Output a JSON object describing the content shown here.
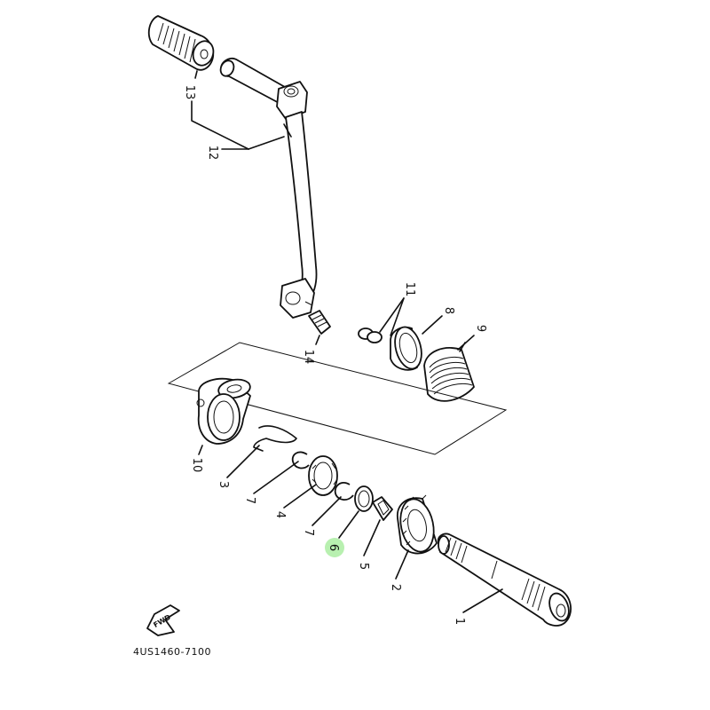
{
  "diagram_code": "4US1460-7100",
  "direction_label": "FWD",
  "highlight_color": "#b8f0b0",
  "callouts": [
    {
      "id": "c1",
      "label": "1",
      "highlighted": false
    },
    {
      "id": "c2",
      "label": "2",
      "highlighted": false
    },
    {
      "id": "c3",
      "label": "3",
      "highlighted": false
    },
    {
      "id": "c4",
      "label": "4",
      "highlighted": false
    },
    {
      "id": "c5",
      "label": "5",
      "highlighted": false
    },
    {
      "id": "c6",
      "label": "6",
      "highlighted": true
    },
    {
      "id": "c7a",
      "label": "7",
      "highlighted": false
    },
    {
      "id": "c7b",
      "label": "7",
      "highlighted": false
    },
    {
      "id": "c8",
      "label": "8",
      "highlighted": false
    },
    {
      "id": "c9",
      "label": "9",
      "highlighted": false
    },
    {
      "id": "c10",
      "label": "10",
      "highlighted": false
    },
    {
      "id": "c11",
      "label": "11",
      "highlighted": false
    },
    {
      "id": "c12",
      "label": "12",
      "highlighted": false
    },
    {
      "id": "c13",
      "label": "13",
      "highlighted": false
    },
    {
      "id": "c14",
      "label": "14",
      "highlighted": false
    }
  ]
}
